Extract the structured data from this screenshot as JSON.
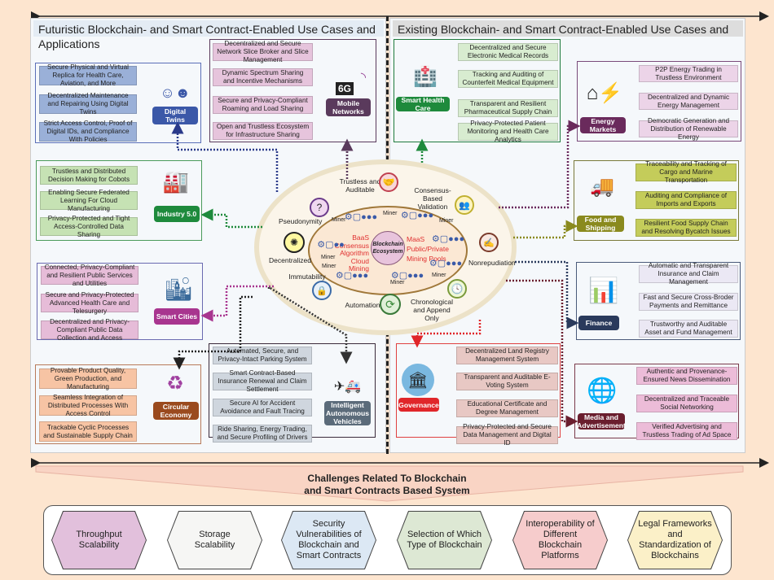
{
  "left_panel": {
    "title": "Futuristic Blockchain- and Smart Contract-Enabled Use Cases and Applications",
    "groups": {
      "digital_twins": {
        "label": "Digital Twins",
        "icon": "digital-twin-heads-icon",
        "items": [
          "Secure Physical and Virtual Replica for Health Care, Aviation, and More",
          "Decentralized Maintenance and Repairing Using Digital Twins",
          "Strict Access Control, Proof of Digital IDs, and Compliance With Policies"
        ]
      },
      "mobile_networks": {
        "label": "Mobile Networks",
        "badge": "6G",
        "icon": "wifi-signal-icon",
        "items": [
          "Decentralized and Secure Network Slice Broker and Slice Management",
          "Dynamic Spectrum Sharing and Incentive Mechanisms",
          "Secure and Privacy-Compliant Roaming and Load Sharing",
          "Open and Trustless Ecosystem for Infrastructure Sharing"
        ]
      },
      "industry": {
        "label": "Industry 5.0",
        "icon": "factory-robot-icon",
        "items": [
          "Trustless and Distributed Decision Making for Cobots",
          "Enabling Secure Federated Learning For Cloud Manufacturing",
          "Privacy-Protected and Tight Access-Controlled Data Sharing"
        ]
      },
      "smart_cities": {
        "label": "Smart Cities",
        "icon": "city-skyline-icon",
        "items": [
          "Connected, Privacy-Compliant and Resilient Public Services and Utilities",
          "Secure and Privacy-Protected Advanced Health Care and Telesurgery",
          "Decentralized and Privacy-Compliant Public Data Collection and Access"
        ]
      },
      "circular_economy": {
        "label": "Circular Economy",
        "icon": "recycle-factory-icon",
        "items": [
          "Provable Product Quality, Green Production, and Manufacturing",
          "Seamless Integration of Distributed Processes With Access Control",
          "Trackable Cyclic Processes and Sustainable Supply Chain"
        ]
      },
      "vehicles": {
        "label": "Intelligent Autonomous Vehicles",
        "icon": "autonomous-vehicles-icon",
        "items": [
          "Automated, Secure, and Privacy-Intact Parking System",
          "Smart Contract-Based Insurance Renewal and Claim Settlement",
          "Secure AI for Accident Avoidance and Fault Tracing",
          "Ride Sharing, Energy Trading, and Secure Profiling of Drivers"
        ]
      }
    }
  },
  "right_panel": {
    "title": "Existing Blockchain- and Smart Contract-Enabled Use Cases and Applications",
    "groups": {
      "health": {
        "label": "Smart Health Care",
        "icon": "hospital-icon",
        "items": [
          "Decentralized and Secure Electronic Medical Records",
          "Tracking and Auditing of Counterfeit Medical Equipment",
          "Transparent and Resilient Pharmaceutical Supply Chain",
          "Privacy-Protected Patient Monitoring and Health Care Analytics"
        ]
      },
      "energy": {
        "label": "Energy Markets",
        "icon": "energy-house-turbine-icon",
        "items": [
          "P2P Energy Trading in Trustless Environment",
          "Decentralized and Dynamic Energy Management",
          "Democratic Generation and Distribution of Renewable Energy"
        ]
      },
      "food": {
        "label": "Food and Shipping",
        "icon": "truck-ship-icon",
        "items": [
          "Traceability and Tracking of Cargo and Marine Transportation",
          "Auditing and Compliance of Imports and Exports",
          "Resilient Food Supply Chain and Resolving Bycatch Issues"
        ]
      },
      "finance": {
        "label": "Finance",
        "icon": "finance-chart-icon",
        "items": [
          "Automatic and Transparent Insurance and Claim Management",
          "Fast and Secure Cross-Broder Payments and Remittance",
          "Trustworthy and Auditable Asset and Fund Management"
        ]
      },
      "governance": {
        "label": "Governance",
        "icon": "government-building-icon",
        "items": [
          "Decentralized Land Registry Management System",
          "Transparent and Auditable E-Voting System",
          "Educational Certificate and Degree Management",
          "Privacy-Protected and Secure Data Management and Digital ID"
        ]
      },
      "media": {
        "label": "Media and Advertisement",
        "icon": "globe-news-icon",
        "items": [
          "Authentic and Provenance-Ensured News Dissemination",
          "Decentralized and Traceable Social Networking",
          "Verified Advertising and Trustless Trading of Ad Space"
        ]
      }
    }
  },
  "center": {
    "core": "Blockchain Ecosystem",
    "left_terms": [
      "BaaS",
      "Consensus",
      "Algorithm",
      "Cloud Mining"
    ],
    "right_terms": [
      "MaaS",
      "Public/Private",
      "Mining Pools"
    ],
    "miner_label": "Miner",
    "features": [
      "Trustless and Auditable",
      "Consensus-Based Validation",
      "Pseudonymity",
      "Decentralized",
      "Nonrepudiation",
      "Immutability",
      "Automation",
      "Chronological and Append Only"
    ]
  },
  "challenges": {
    "title_line1": "Challenges Related To Blockchain",
    "title_line2": "and Smart Contracts Based System",
    "items": [
      "Throughput Scalability",
      "Storage Scalability",
      "Security Vulnerabilities of Blockchain and Smart Contracts",
      "Selection of Which Type of Blockchain",
      "Interoperability of Different Blockchain Platforms",
      "Legal Frameworks and Standardization of Blockchains"
    ]
  },
  "colors": {
    "background": "#fde5cf",
    "digital_twins": "#3b58a8",
    "mobile_networks": "#5a3a5c",
    "industry": "#1e8a3c",
    "smart_cities": "#a8358f",
    "circular_economy": "#9a4a1e",
    "vehicles": "#5b6b7a",
    "health": "#1e8a3c",
    "energy": "#6a2a5c",
    "food": "#8a8a1e",
    "finance": "#2a3a5c",
    "governance": "#e0262a",
    "media": "#6a1e2e"
  }
}
